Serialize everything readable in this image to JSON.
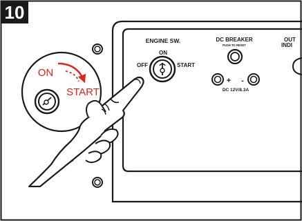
{
  "step_number": "10",
  "panel": {
    "engine_switch": {
      "title": "ENGINE SW.",
      "on_label": "ON",
      "off_label": "OFF",
      "start_label": "START"
    },
    "dc_breaker": {
      "title": "DC BREAKER",
      "subtitle": "PUSH TO RESET",
      "plus_label": "+",
      "minus_label": "-",
      "rating": "DC 12V/8.3A"
    },
    "partial_label_top": "OUT",
    "partial_label_bottom": "INDI"
  },
  "callout": {
    "on_label": "ON",
    "start_label": "START"
  },
  "colors": {
    "accent_red": "#e2231a",
    "ink": "#1a1a1a",
    "badge": "#1a1a1a"
  },
  "icons": [
    "key-icon",
    "pointing-hand-icon",
    "rotate-arrow-icon",
    "panel-screw-icon",
    "dc-terminal-icon"
  ]
}
